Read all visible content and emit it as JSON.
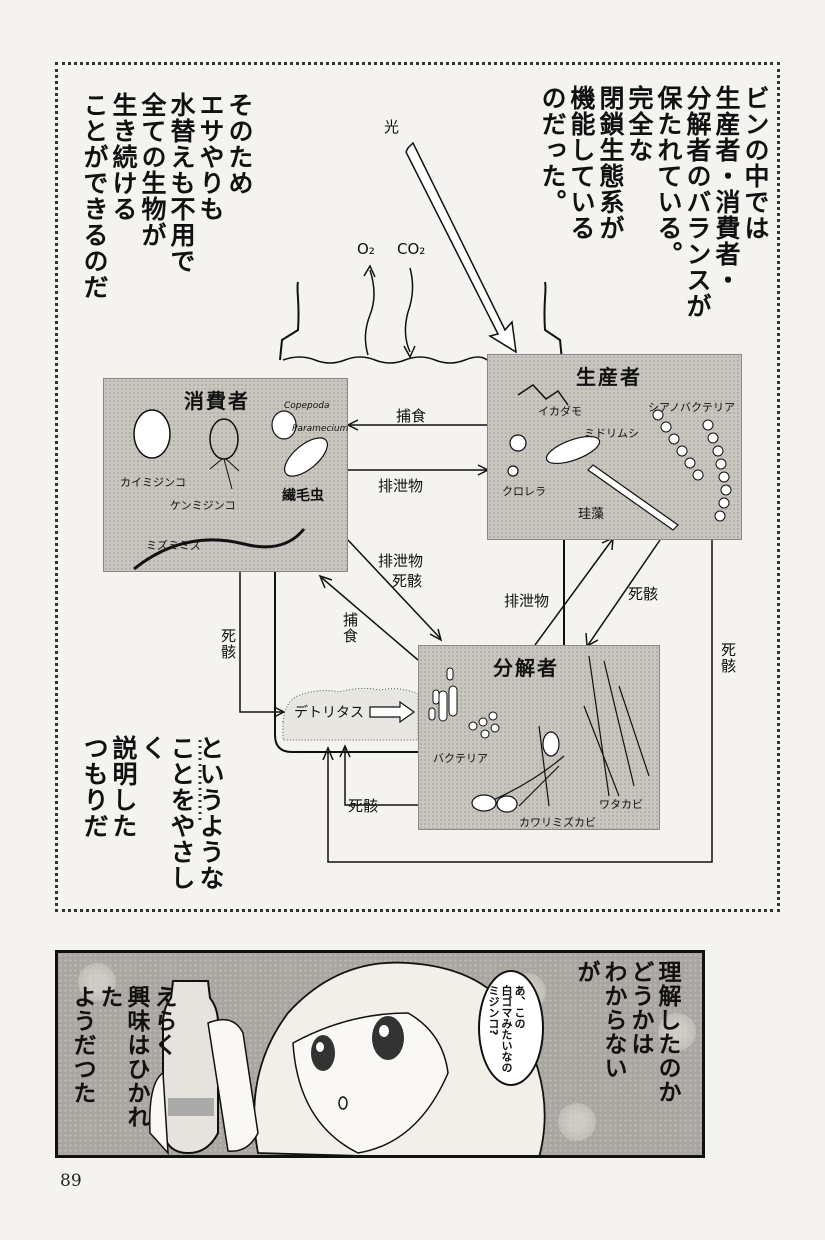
{
  "top_panel": {
    "narration_right": [
      "ビンの中では",
      "生産者・消費者・",
      "分解者のバランスが",
      "保たれている。",
      "完全な",
      "閉鎖生態系が",
      "機能している",
      "のだった。"
    ],
    "narration_left": [
      "そのため",
      "エサやりも",
      "水替えも不用で",
      "全ての生物が",
      "生き続ける",
      "ことができるのだ"
    ],
    "narration_bottom_left": [
      "というような",
      "ことをやさしく",
      "説明した",
      "つもりだ"
    ]
  },
  "diagram": {
    "light": "光",
    "o2": "O₂",
    "co2": "CO₂",
    "consumer": {
      "title": "消費者",
      "organisms": [
        "Copepoda",
        "Paramecium",
        "カイミジンコ",
        "ケンミジンコ",
        "繊毛虫",
        "ミズミミズ"
      ]
    },
    "producer": {
      "title": "生産者",
      "organisms": [
        "イカダモ",
        "シアノバクテリア",
        "ミドリムシ",
        "クロレラ",
        "珪藻"
      ]
    },
    "decomposer": {
      "title": "分解者",
      "organisms": [
        "バクテリア",
        "カワリミズカビ",
        "ワタカビ"
      ]
    },
    "detritus": "デトリタス",
    "arrows": {
      "predation_top": "捕食",
      "excretion_top": "排泄物",
      "excretion_death": [
        "排泄物",
        "死骸"
      ],
      "predation_mid": "捕食",
      "excretion_producer": "排泄物",
      "death_producer": "死骸",
      "death_left": "死骸",
      "death_right": "死骸",
      "death_bottom": "死骸"
    }
  },
  "bottom_panel": {
    "speech": [
      "あ、この",
      "白ゴマみたいなの",
      "ミジンコ?"
    ],
    "narration_right": [
      "理解したのか",
      "どうかは",
      "わからない",
      "が"
    ],
    "narration_left": [
      "えらく",
      "興味はひかれた",
      "ようだつた"
    ]
  },
  "page_number": "89"
}
